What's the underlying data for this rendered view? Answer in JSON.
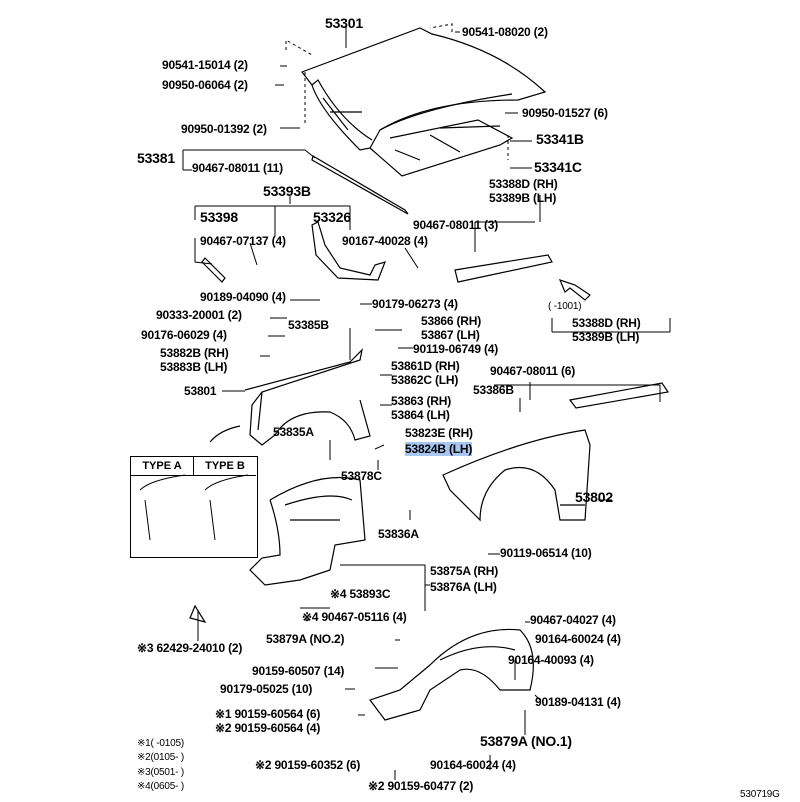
{
  "diagram_id": "530719G",
  "labels": {
    "hood": "53301",
    "hood_cushion_clip": "90541-08020 (2)",
    "hood_cushion_a": "90541-15014 (2)",
    "plug_a": "90950-06064 (2)",
    "plug_b": "90950-01527 (6)",
    "plug_c": "90950-01392 (2)",
    "insulator": "53341B",
    "seal_assy": "53381",
    "clip_11": "90467-08011 (11)",
    "insulator_clip": "53341C",
    "seal_rh_top": "53388D (RH)",
    "seal_lh_top": "53389B (LH)",
    "bracket_393": "53393B",
    "seal_398": "53398",
    "bracket_326": "53326",
    "clip_3": "90467-08011 (3)",
    "clip_07137": "90467-07137 (4)",
    "nut_40028": "90167-40028 (4)",
    "screw_04090": "90189-04090 (4)",
    "bolt_06273": "90179-06273 (4)",
    "range_1001": "(      -1001)",
    "clip_20001": "90333-20001 (2)",
    "seal_rh_mid": "53388D (RH)",
    "cushion_385": "53385B",
    "bracket_866": "53866 (RH)",
    "clip_06029": "90176-06029 (4)",
    "bracket_867": "53867 (LH)",
    "seal_lh_mid": "53389B (LH)",
    "bolt_06749": "90119-06749 (4)",
    "spacer_rh": "53882B (RH)",
    "spacer_lh": "53883B (LH)",
    "clip_861": "53861D (RH)",
    "clip_6": "90467-08011 (6)",
    "clip_862": "53862C (LH)",
    "fender_801": "53801",
    "cushion_386": "53386B",
    "clip_863": "53863 (RH)",
    "clip_864": "53864 (LH)",
    "bracket_835": "53835A",
    "seal_823": "53823E (RH)",
    "seal_824": "53824B (LH)",
    "type_a": "TYPE  A",
    "type_b": "TYPE  B",
    "clip_878": "53878C",
    "fender_802": "53802",
    "bracket_836": "53836A",
    "bolt_06514": "90119-06514 (10)",
    "liner_rh": "53875A (RH)",
    "liner_lh": "53876A (LH)",
    "seal_893": "※4 53893C",
    "clip_05116": "※4 90467-05116 (4)",
    "clip_04027": "90467-04027 (4)",
    "mudguard": "※3 62429-24010 (2)",
    "liner_no2": "53879A (NO.2)",
    "screw_60024_a": "90164-60024 (4)",
    "screw_40093": "90164-40093 (4)",
    "screw_60507": "90159-60507 (14)",
    "nut_05025": "90179-05025 (10)",
    "screw_04131": "90189-04131 (4)",
    "screw_60564_1": "※1 90159-60564 (6)",
    "screw_60564_2": "※2 90159-60564 (4)",
    "liner_no1": "53879A (NO.1)",
    "screw_60352": "※2 90159-60352 (6)",
    "screw_60024_b": "90164-60024 (4)",
    "screw_60477": "※2 90159-60477 (2)"
  },
  "footnotes": [
    "※1(       -0105)",
    "※2(0105-       )",
    "※3(0501-       )",
    "※4(0605-       )"
  ],
  "highlight_color": "#a7c7f2"
}
